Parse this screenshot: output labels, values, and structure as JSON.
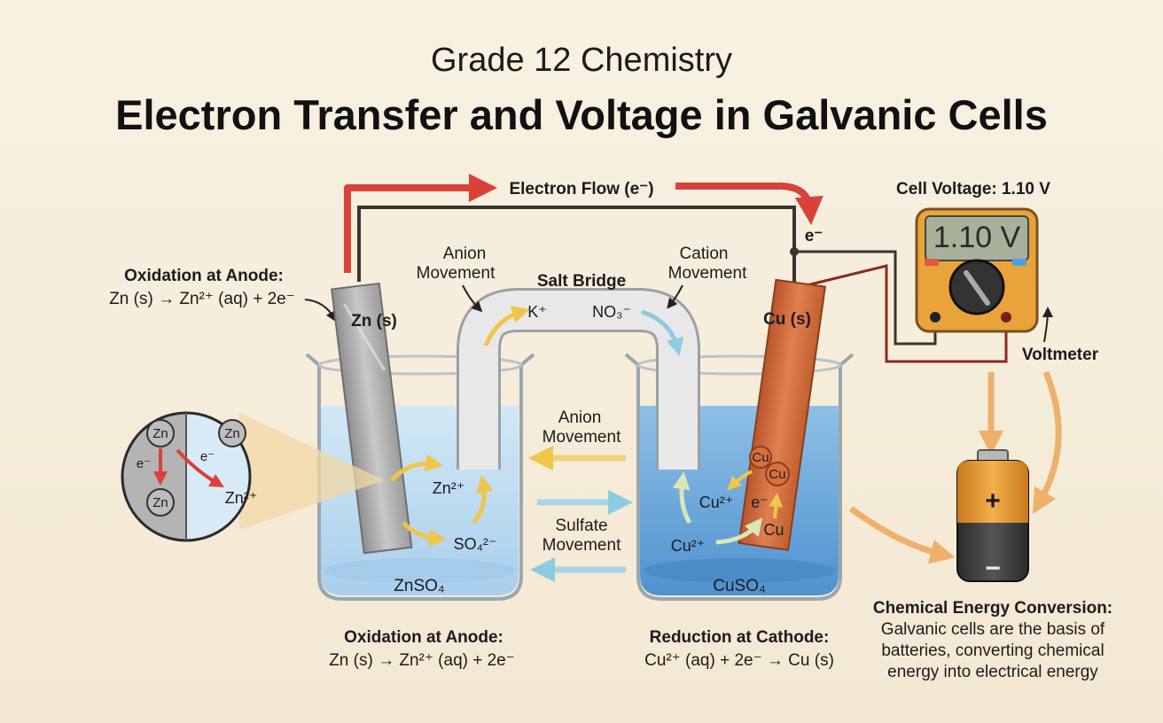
{
  "header": {
    "subtitle": "Grade 12 Chemistry",
    "title": "Electron Transfer and Voltage in Galvanic Cells"
  },
  "circuit": {
    "electron_flow": "Electron Flow (e⁻)",
    "electron_symbol": "e⁻",
    "cell_voltage": "Cell Voltage: 1.10 V",
    "display_reading": "1.10 V",
    "voltmeter": "Voltmeter"
  },
  "salt_bridge": {
    "title": "Salt Bridge",
    "cation": "K⁺",
    "anion": "NO₃⁻",
    "anion_movement": [
      "Anion",
      "Movement"
    ],
    "cation_movement": [
      "Cation",
      "Movement"
    ]
  },
  "anode": {
    "electrode": "Zn (s)",
    "solution": "ZnSO₄",
    "label_top": "Oxidation at Anode:",
    "eq_top": "Zn (s) → Zn²⁺ (aq) + 2e⁻",
    "label_bottom": "Oxidation at Anode:",
    "eq_bottom": "Zn (s) → Zn²⁺ (aq) + 2e⁻",
    "ion_zn": "Zn²⁺",
    "ion_so4": "SO₄²⁻"
  },
  "cathode": {
    "electrode": "Cu (s)",
    "solution": "CuSO₄",
    "label_bottom": "Reduction at Cathode:",
    "eq_bottom": "Cu²⁺ (aq) + 2e⁻ → Cu (s)",
    "ion_cu1": "Cu²⁺",
    "ion_cu2": "Cu²⁺",
    "electron": "e⁻",
    "cu_atom": "Cu",
    "cu_small": "Cu"
  },
  "middle": {
    "anion_movement": [
      "Anion",
      "Movement"
    ],
    "sulfate_movement": [
      "Sulfate",
      "Movement"
    ]
  },
  "zoom": {
    "zn_top": "Zn",
    "zn_bottom": "Zn",
    "zn_right": "Zn",
    "electron_left": "e⁻",
    "electron_right": "e⁻",
    "ion": "Zn²⁺"
  },
  "battery": {
    "plus": "+",
    "minus": "−"
  },
  "energy": {
    "title": "Chemical Energy Conversion:",
    "lines": [
      "Galvanic cells are the basis of",
      "batteries, converting chemical",
      "energy into electrical energy"
    ]
  },
  "colors": {
    "background": "#f6eedd",
    "zinc": "#a9a9a9",
    "copper": "#c8663a",
    "zn_solution": "#bcdcf0",
    "cu_solution": "#6ea9d8",
    "electron_arrow": "#d9423a",
    "bridge": "#e6e6e6",
    "meter_body": "#e8a43a"
  }
}
